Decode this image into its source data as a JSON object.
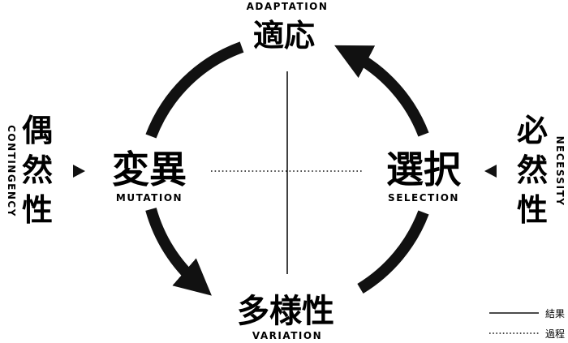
{
  "top": {
    "en": "ADAPTATION",
    "jp": "適応"
  },
  "left": {
    "jp": "変異",
    "en": "MUTATION"
  },
  "right": {
    "jp": "選択",
    "en": "SELECTION"
  },
  "bottom": {
    "jp": "多様性",
    "en": "VARIATION"
  },
  "far_left": {
    "jp": [
      "偶",
      "然",
      "性"
    ],
    "en": "CONTINGENCY"
  },
  "far_right": {
    "jp": [
      "必",
      "然",
      "性"
    ],
    "en": "NECESSITY"
  },
  "legend": [
    {
      "style": "solid",
      "label": "結果"
    },
    {
      "style": "dotted",
      "label": "過程"
    }
  ],
  "colors": {
    "ink": "#111111",
    "background": "#ffffff"
  }
}
